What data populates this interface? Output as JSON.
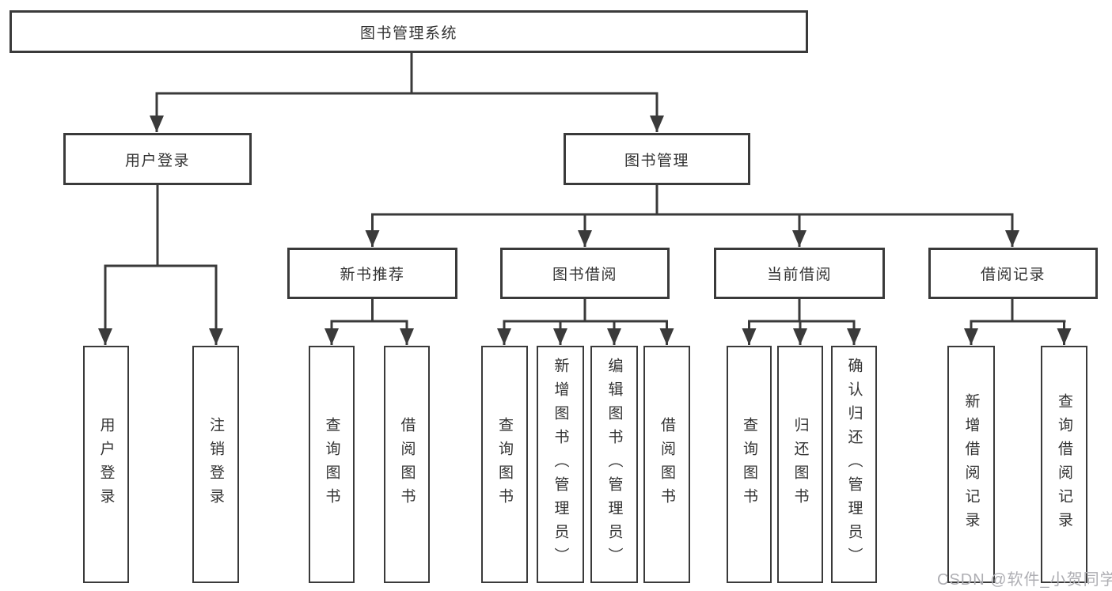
{
  "diagram": {
    "root": {
      "label": "图书管理系统"
    },
    "level2": [
      {
        "label": "用户登录"
      },
      {
        "label": "图书管理"
      }
    ],
    "level3": [
      {
        "label": "新书推荐"
      },
      {
        "label": "图书借阅"
      },
      {
        "label": "当前借阅"
      },
      {
        "label": "借阅记录"
      }
    ],
    "leaves": {
      "user_login": [
        "用户登录",
        "注销登录"
      ],
      "new_book_recommend": [
        "查询图书",
        "借阅图书"
      ],
      "book_borrow": [
        "查询图书",
        "新增图书（管理员）",
        "编辑图书（管理员）",
        "借阅图书"
      ],
      "current_borrow": [
        "查询图书",
        "归还图书",
        "确认归还（管理员）"
      ],
      "borrow_record": [
        "新增借阅记录",
        "查询借阅记录"
      ]
    }
  },
  "watermark": {
    "text": "CSDN @软件_小贺同学"
  },
  "colors": {
    "line": "#3a3a3a",
    "box_border": "#3a3a3a",
    "text": "#333333",
    "background": "#ffffff",
    "watermark": "#aeaeb3"
  }
}
